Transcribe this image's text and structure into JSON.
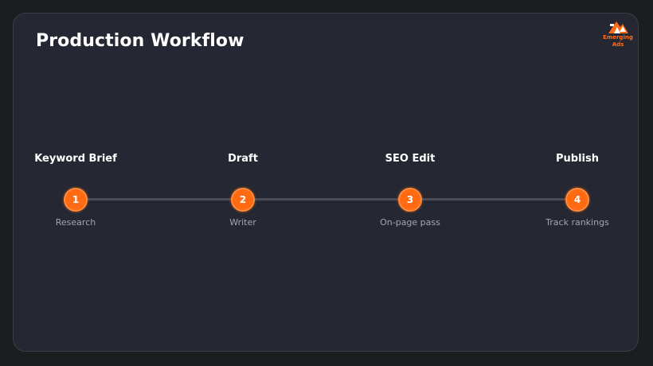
{
  "title": "Production Workflow",
  "logo": {
    "text": "Emerging\nAds",
    "color": "#ff6a13"
  },
  "accent_color": "#ff6a13",
  "steps": [
    {
      "number": "1",
      "title": "Keyword Brief",
      "subtitle": "Research"
    },
    {
      "number": "2",
      "title": "Draft",
      "subtitle": "Writer"
    },
    {
      "number": "3",
      "title": "SEO Edit",
      "subtitle": "On-page pass"
    },
    {
      "number": "4",
      "title": "Publish",
      "subtitle": "Track rankings"
    }
  ]
}
